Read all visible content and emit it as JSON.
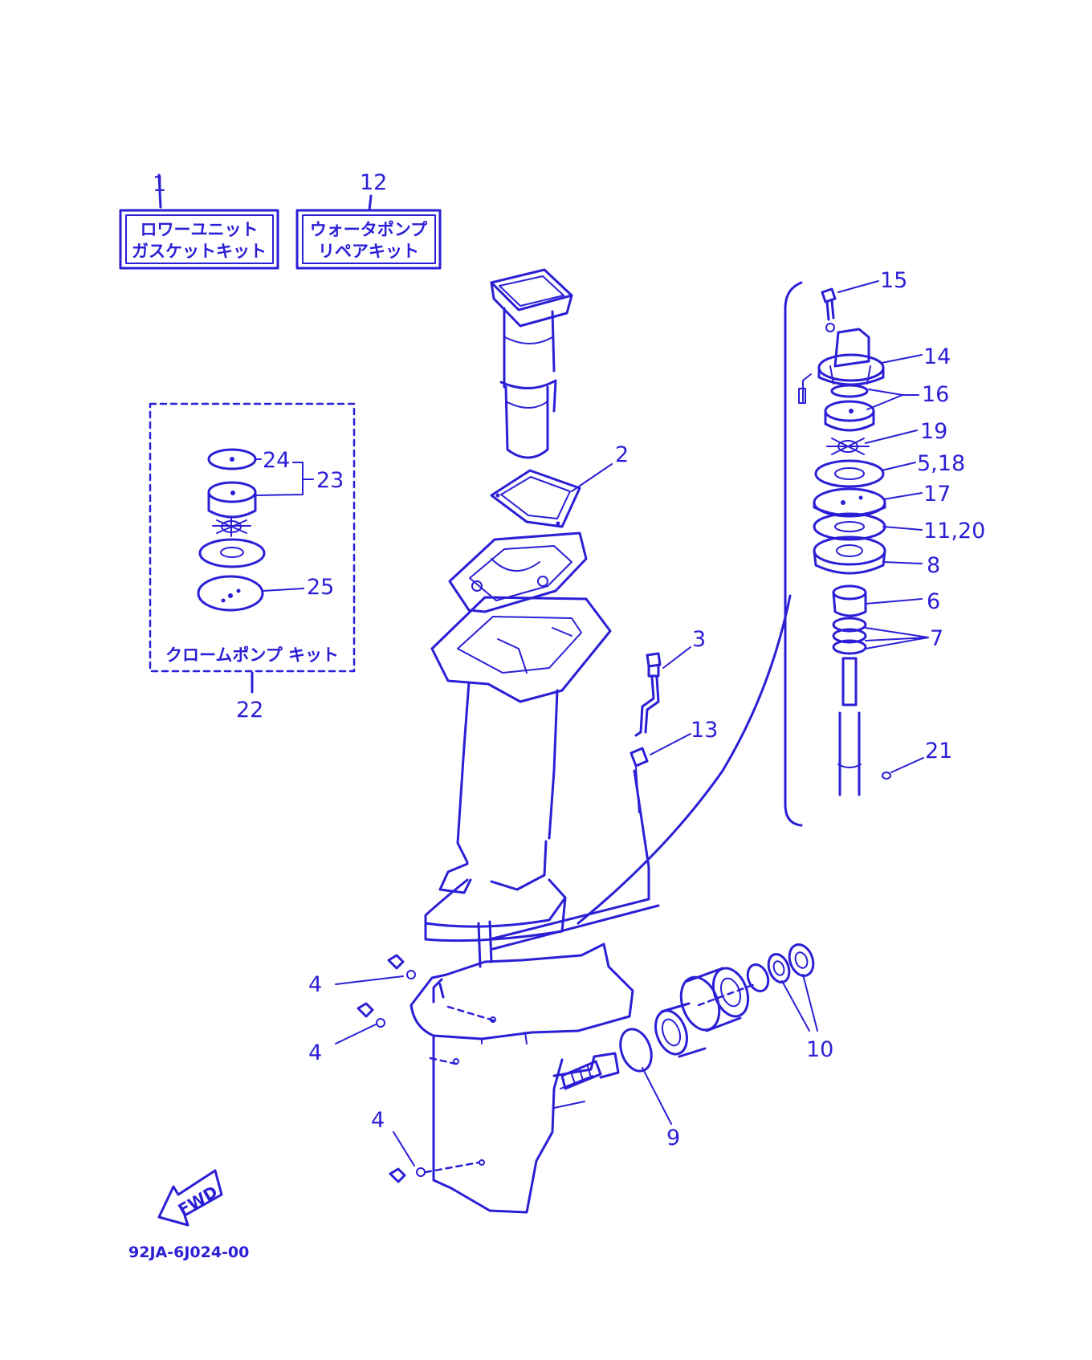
{
  "colors": {
    "ink": "#2b1fd6",
    "background": "#ffffff"
  },
  "kits": {
    "kit1": {
      "number": "1",
      "line1": "ロワーユニット",
      "line2": "ガスケットキット"
    },
    "kit12": {
      "number": "12",
      "line1": "ウォータポンプ",
      "line2": "リペアキット"
    },
    "kit22": {
      "number": "22",
      "caption": "クロームポンプ キット"
    }
  },
  "callouts": {
    "n2": "2",
    "n3": "3",
    "n4a": "4",
    "n4b": "4",
    "n4c": "4",
    "n5_18": "5,18",
    "n6": "6",
    "n7": "7",
    "n8": "8",
    "n9": "9",
    "n10": "10",
    "n11_20": "11,20",
    "n13": "13",
    "n14": "14",
    "n15": "15",
    "n16": "16",
    "n17": "17",
    "n19": "19",
    "n21": "21",
    "n23": "23",
    "n24": "24",
    "n25": "25"
  },
  "fwd_label": "FWD",
  "drawing_code": "92JA-6J024-00",
  "icons": {
    "fwd_arrow": "fwd-arrow-icon"
  }
}
